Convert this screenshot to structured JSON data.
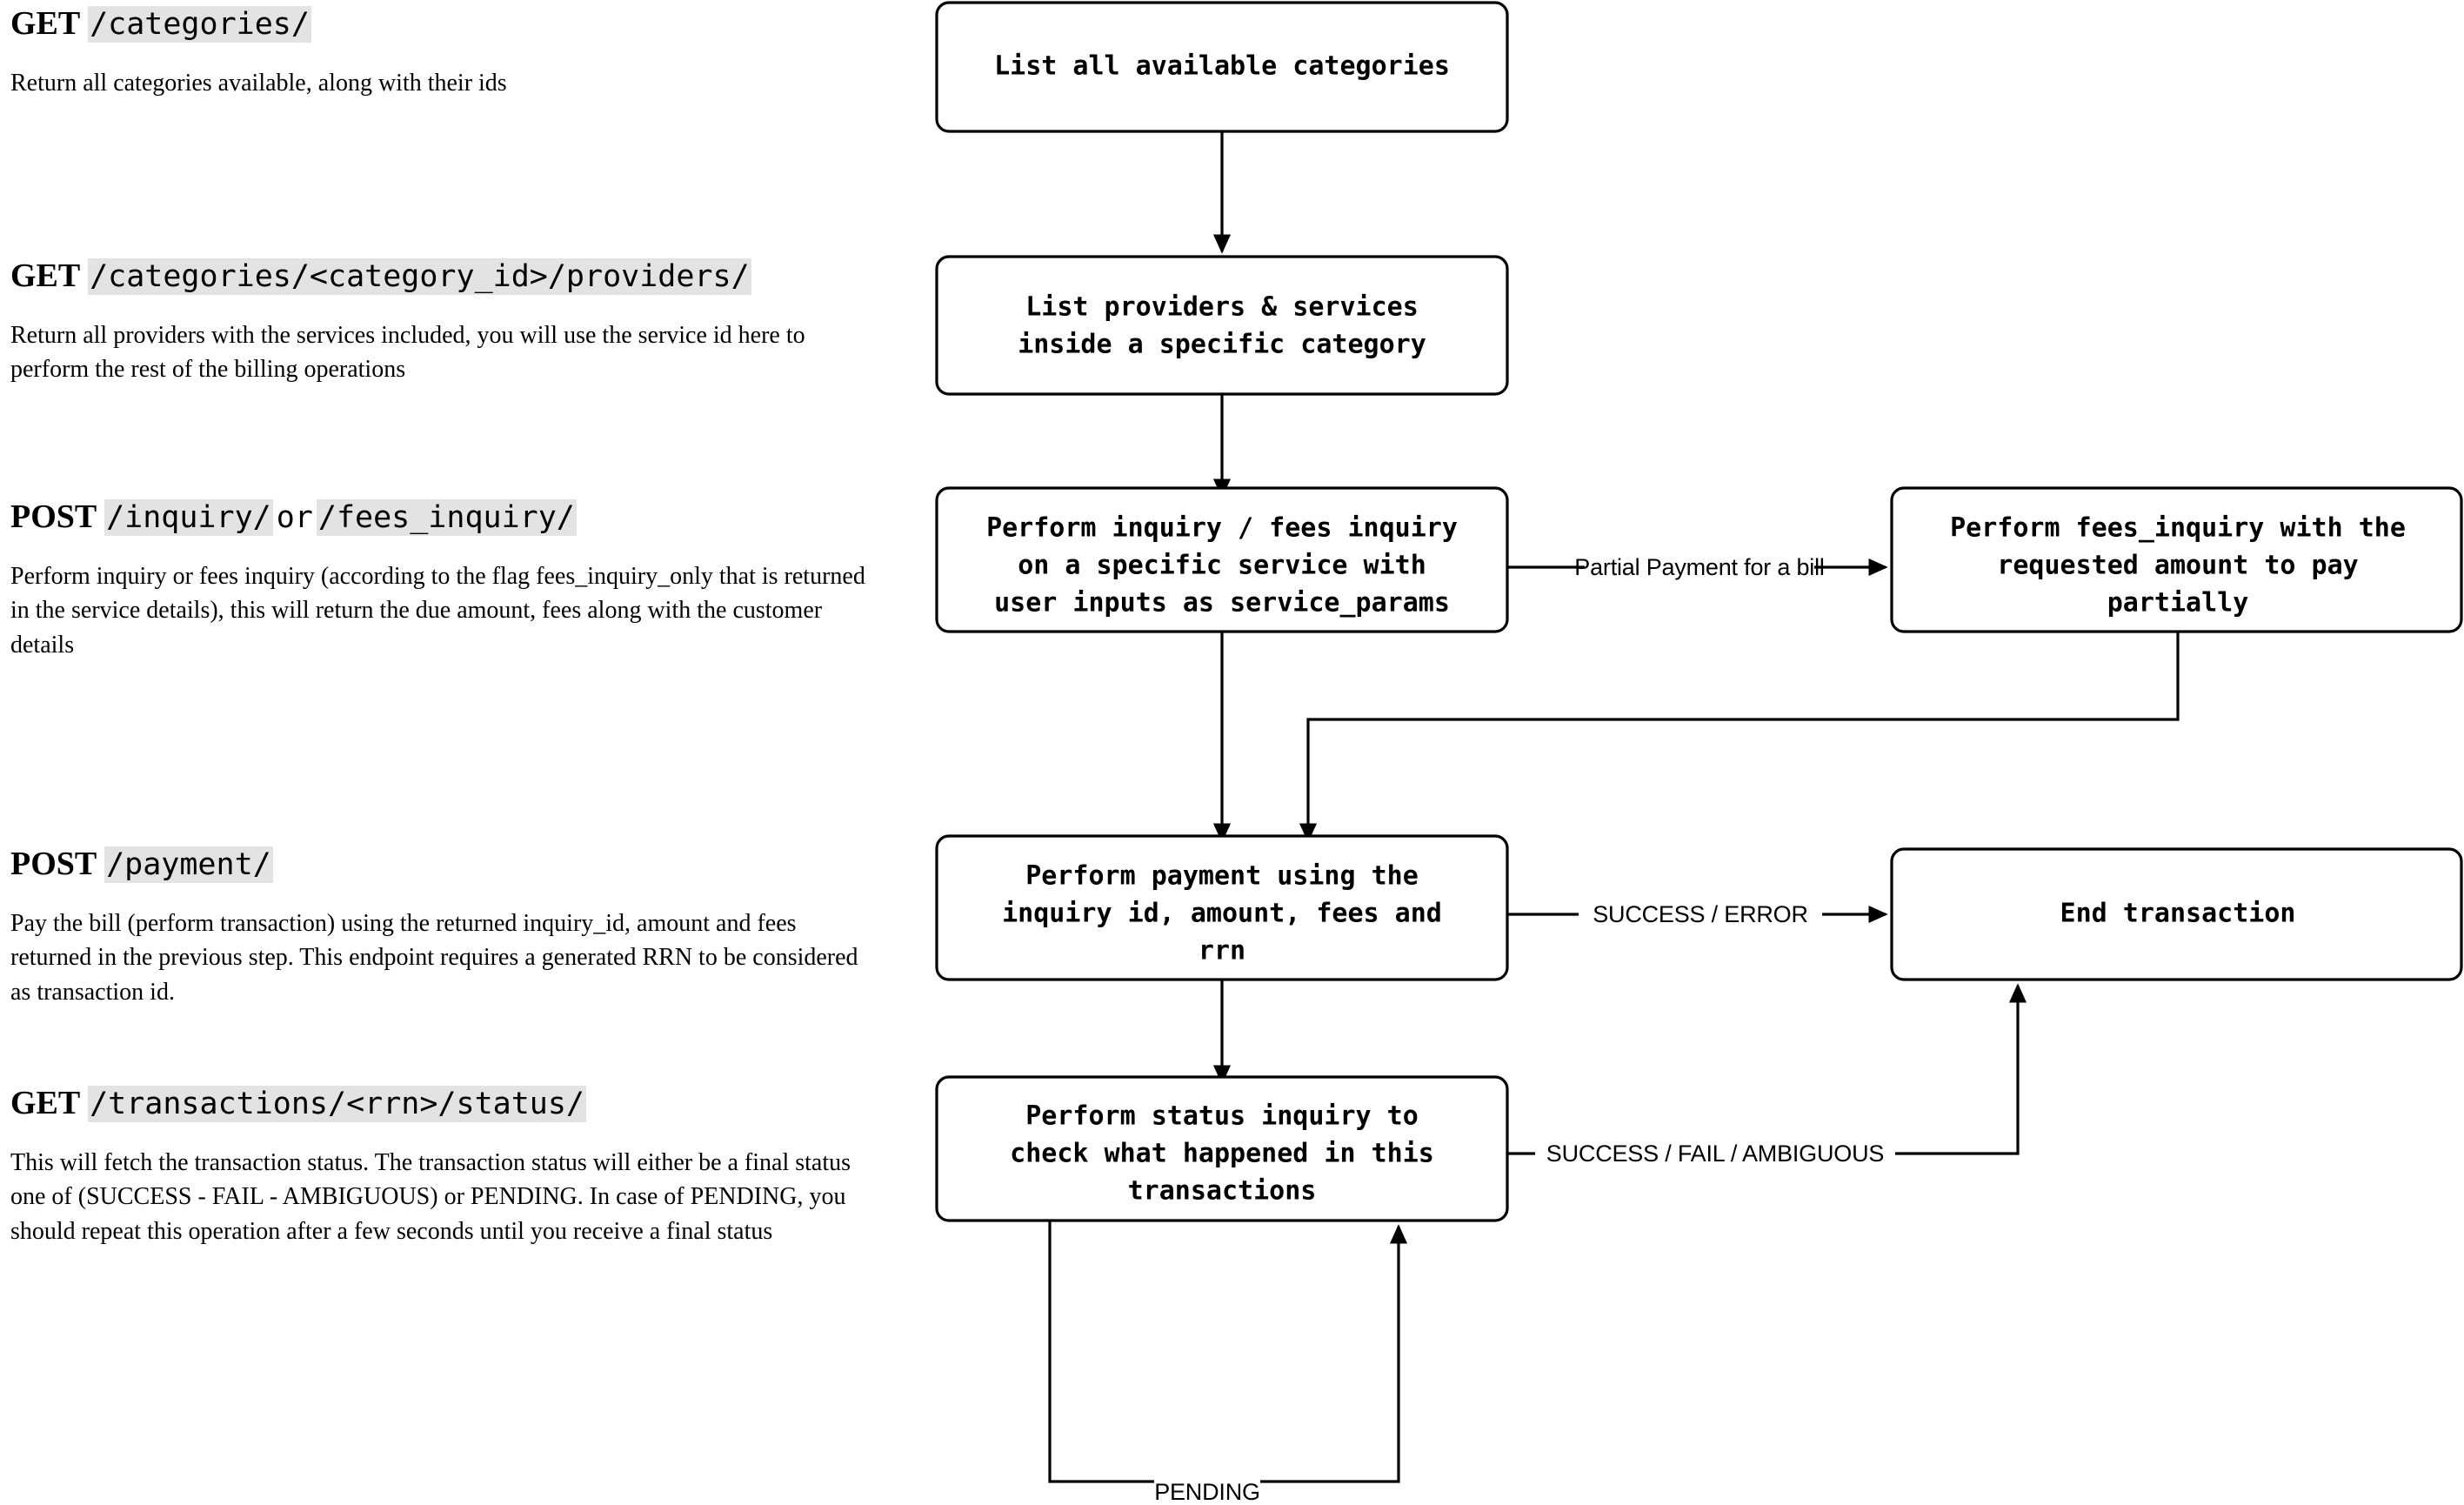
{
  "doc": {
    "entries": [
      {
        "verb": "GET",
        "path": "/categories/",
        "description": "Return all categories available, along with their ids"
      },
      {
        "verb": "GET",
        "path": "/categories/<category_id>/providers/",
        "description": "Return all providers with the services included, you will use the service id here to perform the rest of the billing operations"
      },
      {
        "verb": "POST",
        "path": "/inquiry/",
        "conjunction": "or",
        "path2": "/fees_inquiry/",
        "description": "Perform inquiry or fees inquiry (according to the flag fees_inquiry_only that is returned in the service details), this will return the due amount, fees along with the customer details"
      },
      {
        "verb": "POST",
        "path": "/payment/",
        "description": "Pay the bill (perform transaction) using the returned inquiry_id, amount and fees returned in the previous step. This endpoint requires a generated RRN to be considered as transaction id."
      },
      {
        "verb": "GET",
        "path": "/transactions/<rrn>/status/",
        "description": "This will fetch the transaction status. The transaction status will either be a final status one of (SUCCESS - FAIL - AMBIGUOUS) or PENDING. In case of PENDING, you should repeat this operation after a few seconds until you receive a final status"
      }
    ]
  },
  "flowchart": {
    "nodes": {
      "list_categories": {
        "lines": [
          "List all available categories"
        ]
      },
      "list_providers": {
        "lines": [
          "List providers & services",
          "inside a specific category"
        ]
      },
      "inquiry": {
        "lines": [
          "Perform inquiry / fees inquiry",
          "on a specific service with",
          "user inputs as service_params"
        ]
      },
      "fees_inquiry_partial": {
        "lines": [
          "Perform fees_inquiry with the",
          "requested amount to pay",
          "partially"
        ]
      },
      "payment": {
        "lines": [
          "Perform payment using the",
          "inquiry id, amount, fees and",
          "rrn"
        ]
      },
      "end_transaction": {
        "lines": [
          "End transaction"
        ]
      },
      "status_inquiry": {
        "lines": [
          "Perform status inquiry to",
          "check what happened in this",
          "transactions"
        ]
      }
    },
    "edge_labels": {
      "partial_payment": "Partial Payment for a bill",
      "success_error": "SUCCESS / ERROR",
      "success_fail_ambiguous": "SUCCESS / FAIL / AMBIGUOUS",
      "pending": "PENDING"
    },
    "colors": {
      "stroke": "#000000",
      "fill": "#ffffff",
      "code_background": "#e3e3e3"
    }
  }
}
